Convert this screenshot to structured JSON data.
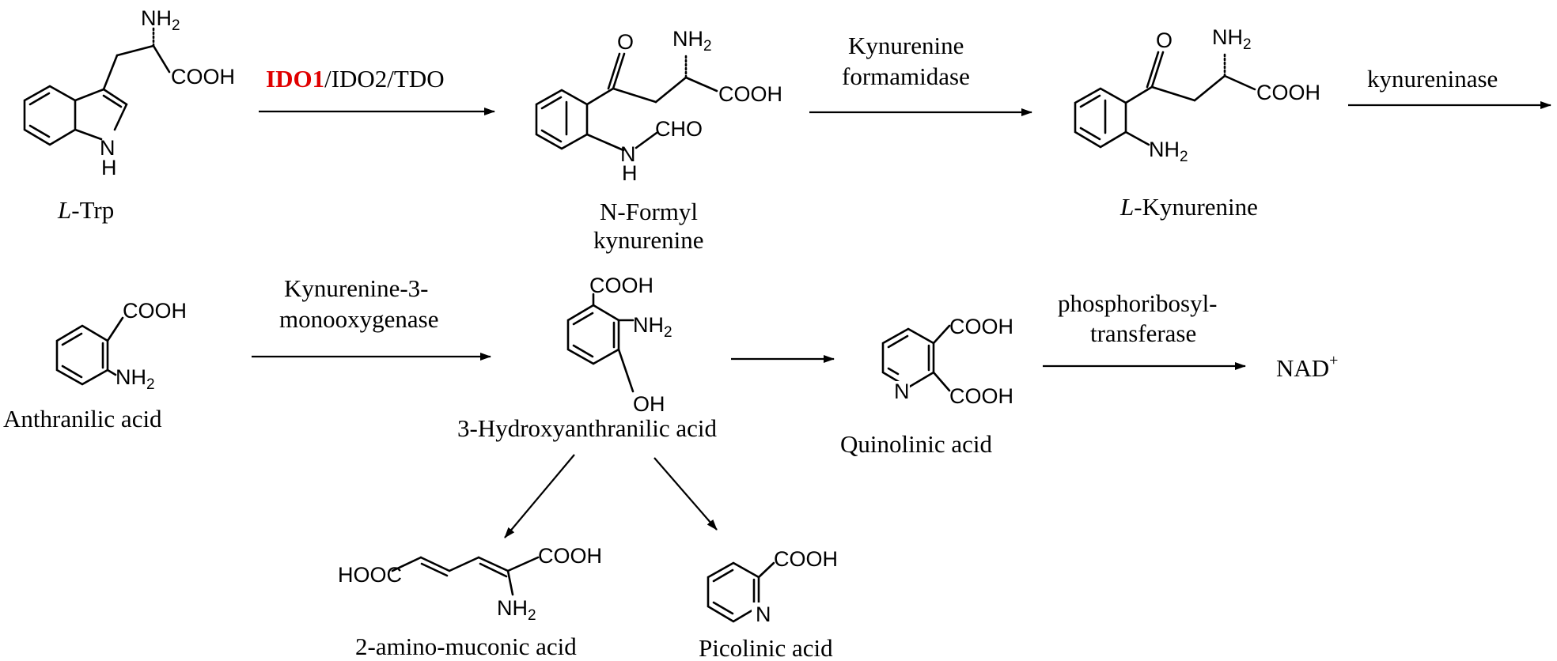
{
  "compounds": {
    "trp": {
      "label_prefix": "L",
      "label_rest": "-Trp",
      "nh2": "NH",
      "cooh": "COOH",
      "nh": "N",
      "h": "H"
    },
    "nfk": {
      "label_line1": "N-Formyl",
      "label_line2": "kynurenine",
      "o": "O",
      "nh2": "NH",
      "cooh": "COOH",
      "n": "N",
      "h": "H",
      "cho": "CHO"
    },
    "kyn": {
      "label_prefix": "L",
      "label_rest": "-Kynurenine",
      "o": "O",
      "nh2": "NH",
      "cooh": "COOH",
      "nh2_ring": "NH"
    },
    "anthranilic": {
      "label": "Anthranilic acid",
      "cooh": "COOH",
      "nh2": "NH"
    },
    "haa": {
      "label": "3-Hydroxyanthranilic acid",
      "cooh": "COOH",
      "nh2": "NH",
      "oh": "OH"
    },
    "quinolinic": {
      "label": "Quinolinic acid",
      "cooh1": "COOH",
      "cooh2": "COOH",
      "n": "N"
    },
    "nad": {
      "text": "NAD",
      "sup": "+"
    },
    "muconic": {
      "label": "2-amino-muconic acid",
      "hooc": "HOOC",
      "cooh": "COOH",
      "nh2": "NH"
    },
    "picolinic": {
      "label": "Picolinic acid",
      "cooh": "COOH",
      "n": "N"
    }
  },
  "subscripts": {
    "two": "2"
  },
  "enzymes": {
    "step1_red": "IDO1",
    "step1_rest": "/IDO2/TDO",
    "step2_line1": "Kynurenine",
    "step2_line2": "formamidase",
    "step3": "kynureninase",
    "step4_line1": "Kynurenine-3-",
    "step4_line2": "monooxygenase",
    "step5_line1": "phosphoribosyl-",
    "step5_line2": "transferase"
  }
}
